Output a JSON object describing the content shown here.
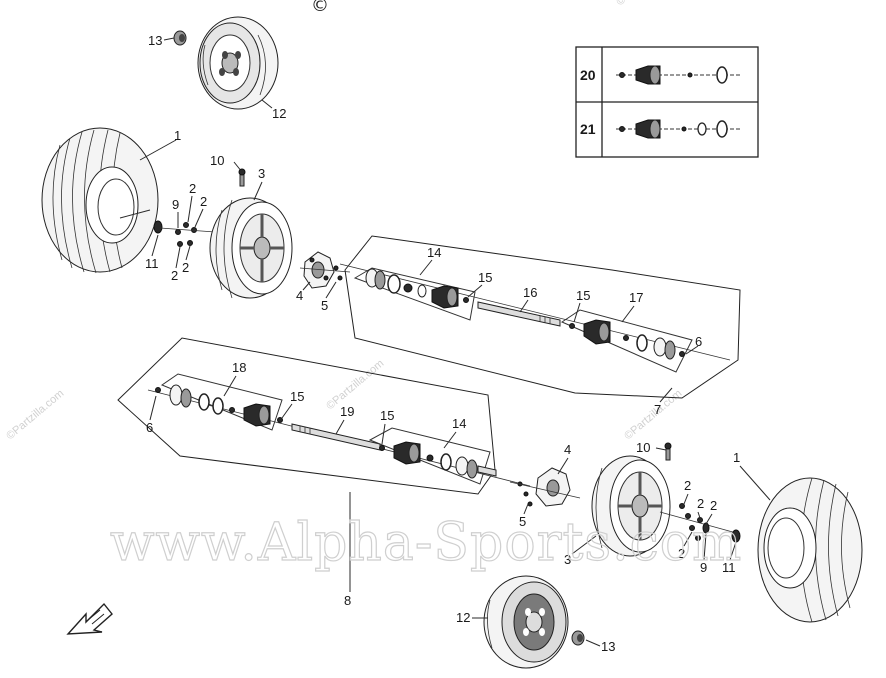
{
  "copyright_symbol": "©",
  "watermark": {
    "main": "www.Alpha-Sports.com",
    "small": "©Partzilla.com"
  },
  "legend": {
    "rows": [
      {
        "label": "20"
      },
      {
        "label": "21"
      }
    ]
  },
  "callouts": {
    "c1a": "1",
    "c1b": "1",
    "c2a": "2",
    "c2b": "2",
    "c2c": "2",
    "c2d": "2",
    "c2e": "2",
    "c2f": "2",
    "c2g": "2",
    "c2h": "2",
    "c3a": "3",
    "c3b": "3",
    "c4a": "4",
    "c4b": "4",
    "c5a": "5",
    "c5b": "5",
    "c6a": "6",
    "c6b": "6",
    "c7": "7",
    "c8": "8",
    "c9a": "9",
    "c9b": "9",
    "c10a": "10",
    "c10b": "10",
    "c11a": "11",
    "c11b": "11",
    "c12a": "12",
    "c12b": "12",
    "c13a": "13",
    "c13b": "13",
    "c14a": "14",
    "c14b": "14",
    "c15a": "15",
    "c15b": "15",
    "c15c": "15",
    "c15d": "15",
    "c16": "16",
    "c17": "17",
    "c18": "18",
    "c19": "19"
  }
}
